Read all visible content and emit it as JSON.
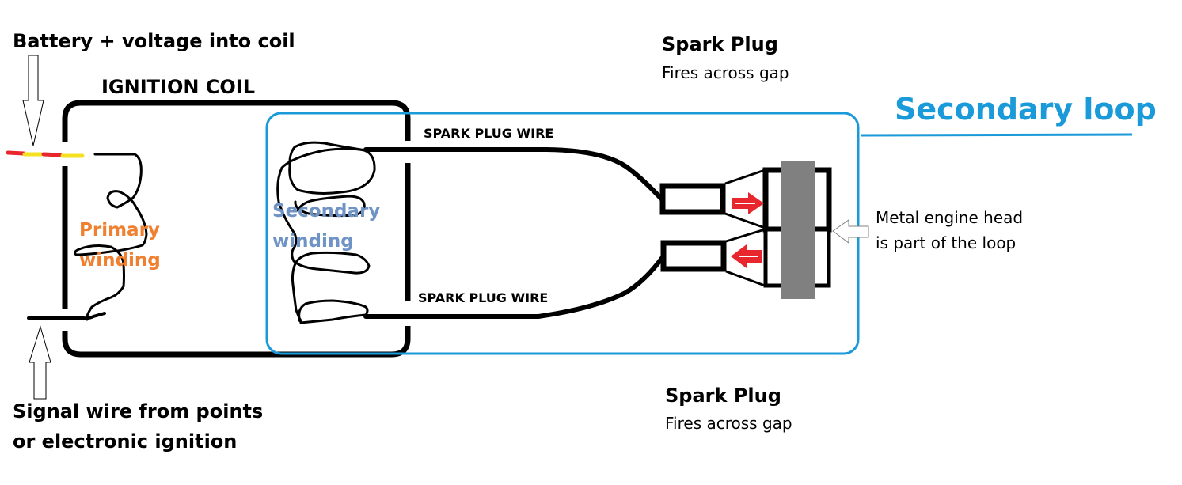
{
  "labels": {
    "battery": "Battery + voltage into coil",
    "ignition_coil": "IGNITION COIL",
    "signal_line1": "Signal wire from points",
    "signal_line2": "or electronic ignition",
    "primary_line1": "Primary",
    "primary_line2": "winding",
    "secondary_line1": "Secondary",
    "secondary_line2": "winding",
    "wire_top": "SPARK PLUG WIRE",
    "wire_bottom": "SPARK PLUG WIRE",
    "spark_plug_top": "Spark Plug",
    "fires_top": "Fires across gap",
    "spark_plug_bottom": "Spark Plug",
    "fires_bottom": "Fires across gap",
    "engine_head_line1": "Metal engine head",
    "engine_head_line2": "is part of the loop",
    "secondary_loop": "Secondary loop"
  },
  "colors": {
    "loop_blue": "#1a9ad9",
    "primary_orange": "#f08030",
    "secondary_slate": "#6f93c4",
    "spark_red": "#e8262e",
    "wire_yellow": "#f5e021",
    "engine_gray": "#808080"
  },
  "icons": {
    "battery_arrow": "arrow-down-icon",
    "signal_arrow": "arrow-up-icon",
    "head_arrow": "arrow-left-icon",
    "spark_top": "arrow-right-icon",
    "spark_bottom": "arrow-left-icon"
  }
}
